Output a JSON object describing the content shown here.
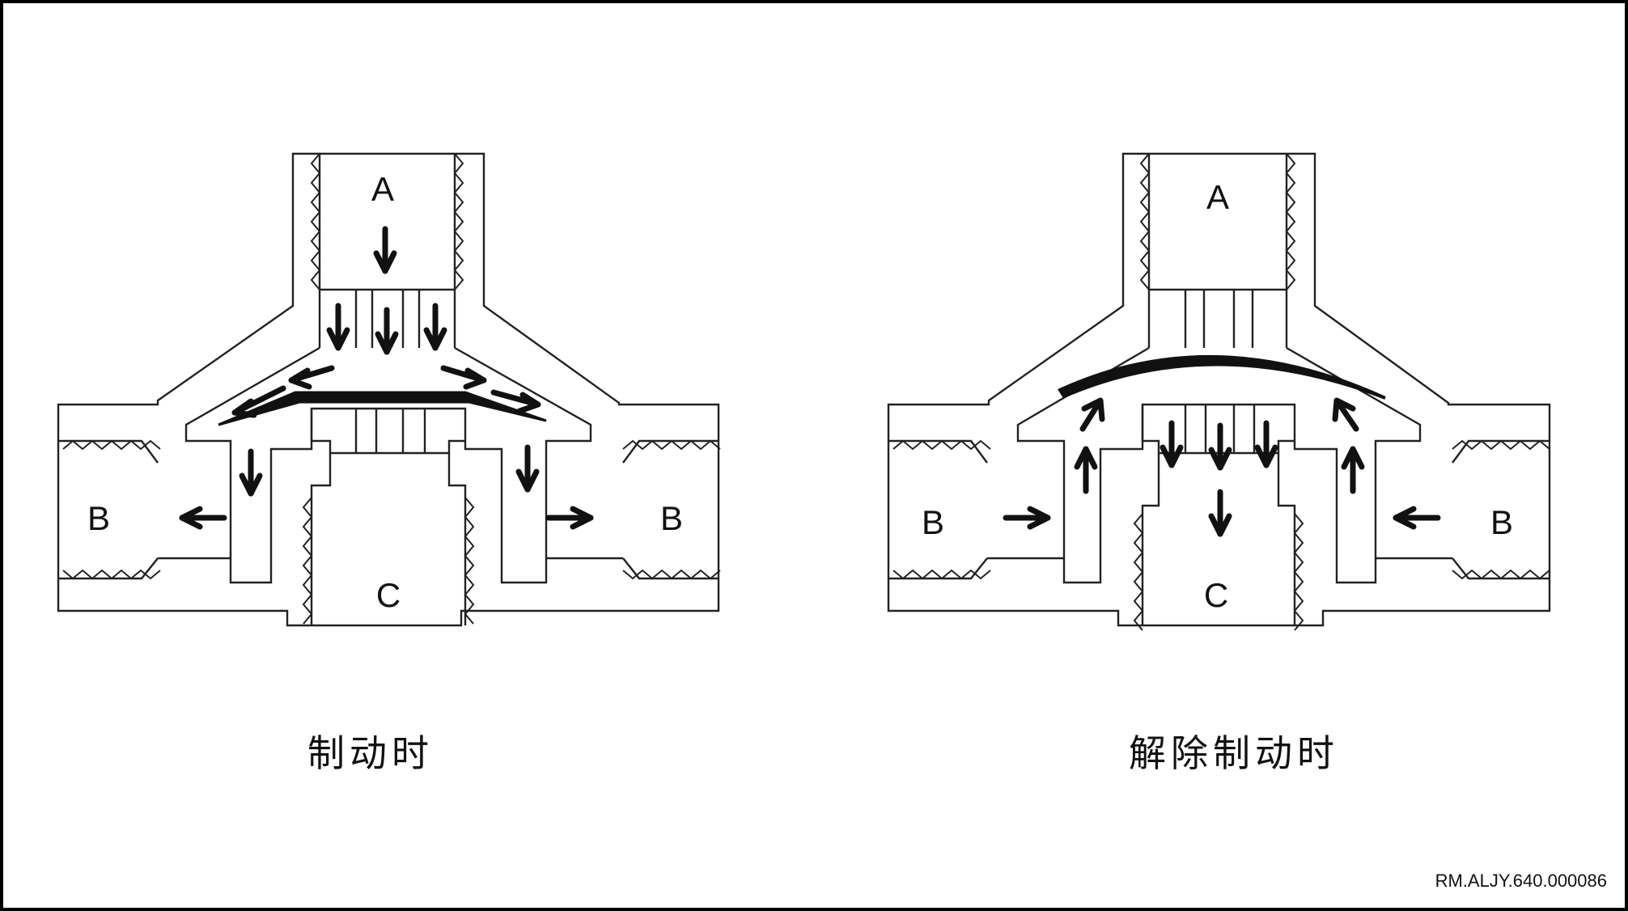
{
  "captions": {
    "left": "制动时",
    "right": "解除制动时"
  },
  "ports": {
    "a": "A",
    "b": "B",
    "c": "C"
  },
  "reference_code": "RM.ALJY.640.000086"
}
